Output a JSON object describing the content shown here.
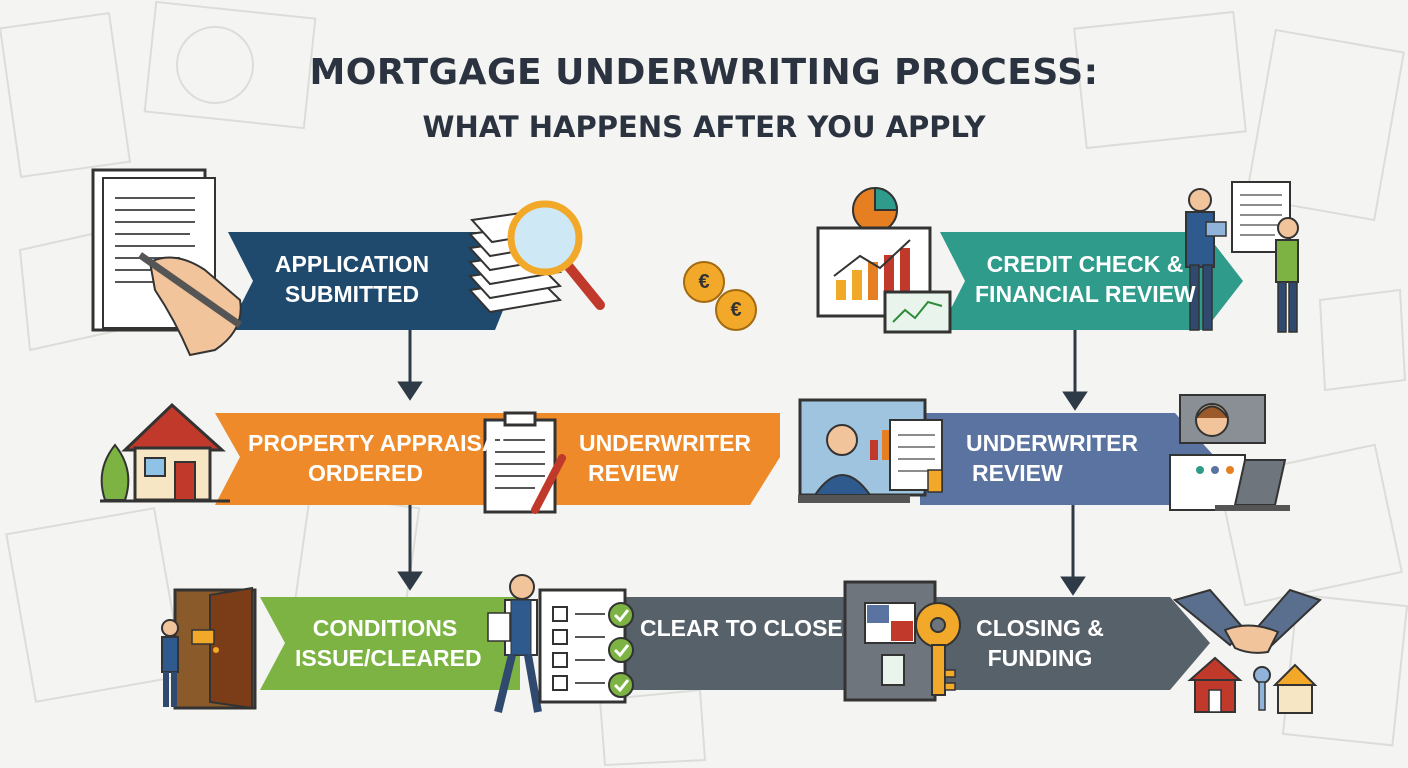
{
  "title": {
    "line1": "MORTGAGE UNDERWRITING PROCESS:",
    "line2": "WHAT HAPPENS AFTER YOU APPLY"
  },
  "steps": {
    "application": {
      "line1": "APPLICATION",
      "line2": "SUBMITTED"
    },
    "credit": {
      "line1": "CREDIT CHECK &",
      "line2": "FINANCIAL REVIEW"
    },
    "appraisal": {
      "line1": "PROPERTY APPRAISAL",
      "line2": "ORDERED"
    },
    "underwriter_left": {
      "line1": "UNDERWRITER",
      "line2": "REVIEW"
    },
    "underwriter_right": {
      "line1": "UNDERWRITER",
      "line2": "REVIEW"
    },
    "conditions": {
      "line1": "CONDITIONS",
      "line2": "ISSUE/CLEARED"
    },
    "clear": {
      "line1": "CLEAR TO CLOSE"
    },
    "closing": {
      "line1": "CLOSING &",
      "line2": "FUNDING"
    }
  },
  "coins": {
    "symbol": "€"
  },
  "colors": {
    "navy": "#1f4a6e",
    "teal": "#2f9b8b",
    "orange": "#ee8a2a",
    "slate_blue": "#5a73a0",
    "green": "#7cb342",
    "gray": "#56616a",
    "title": "#2b3340",
    "gold": "#f2a829"
  },
  "icons": [
    "document-signing-icon",
    "paper-stack-icon",
    "magnifier-icon",
    "euro-coins-icon",
    "analytics-monitor-icon",
    "presenter-icon",
    "house-icon",
    "clipboard-icon",
    "video-call-icon",
    "laptop-user-icon",
    "door-icon",
    "checklist-icon",
    "key-icon",
    "handshake-icon"
  ]
}
